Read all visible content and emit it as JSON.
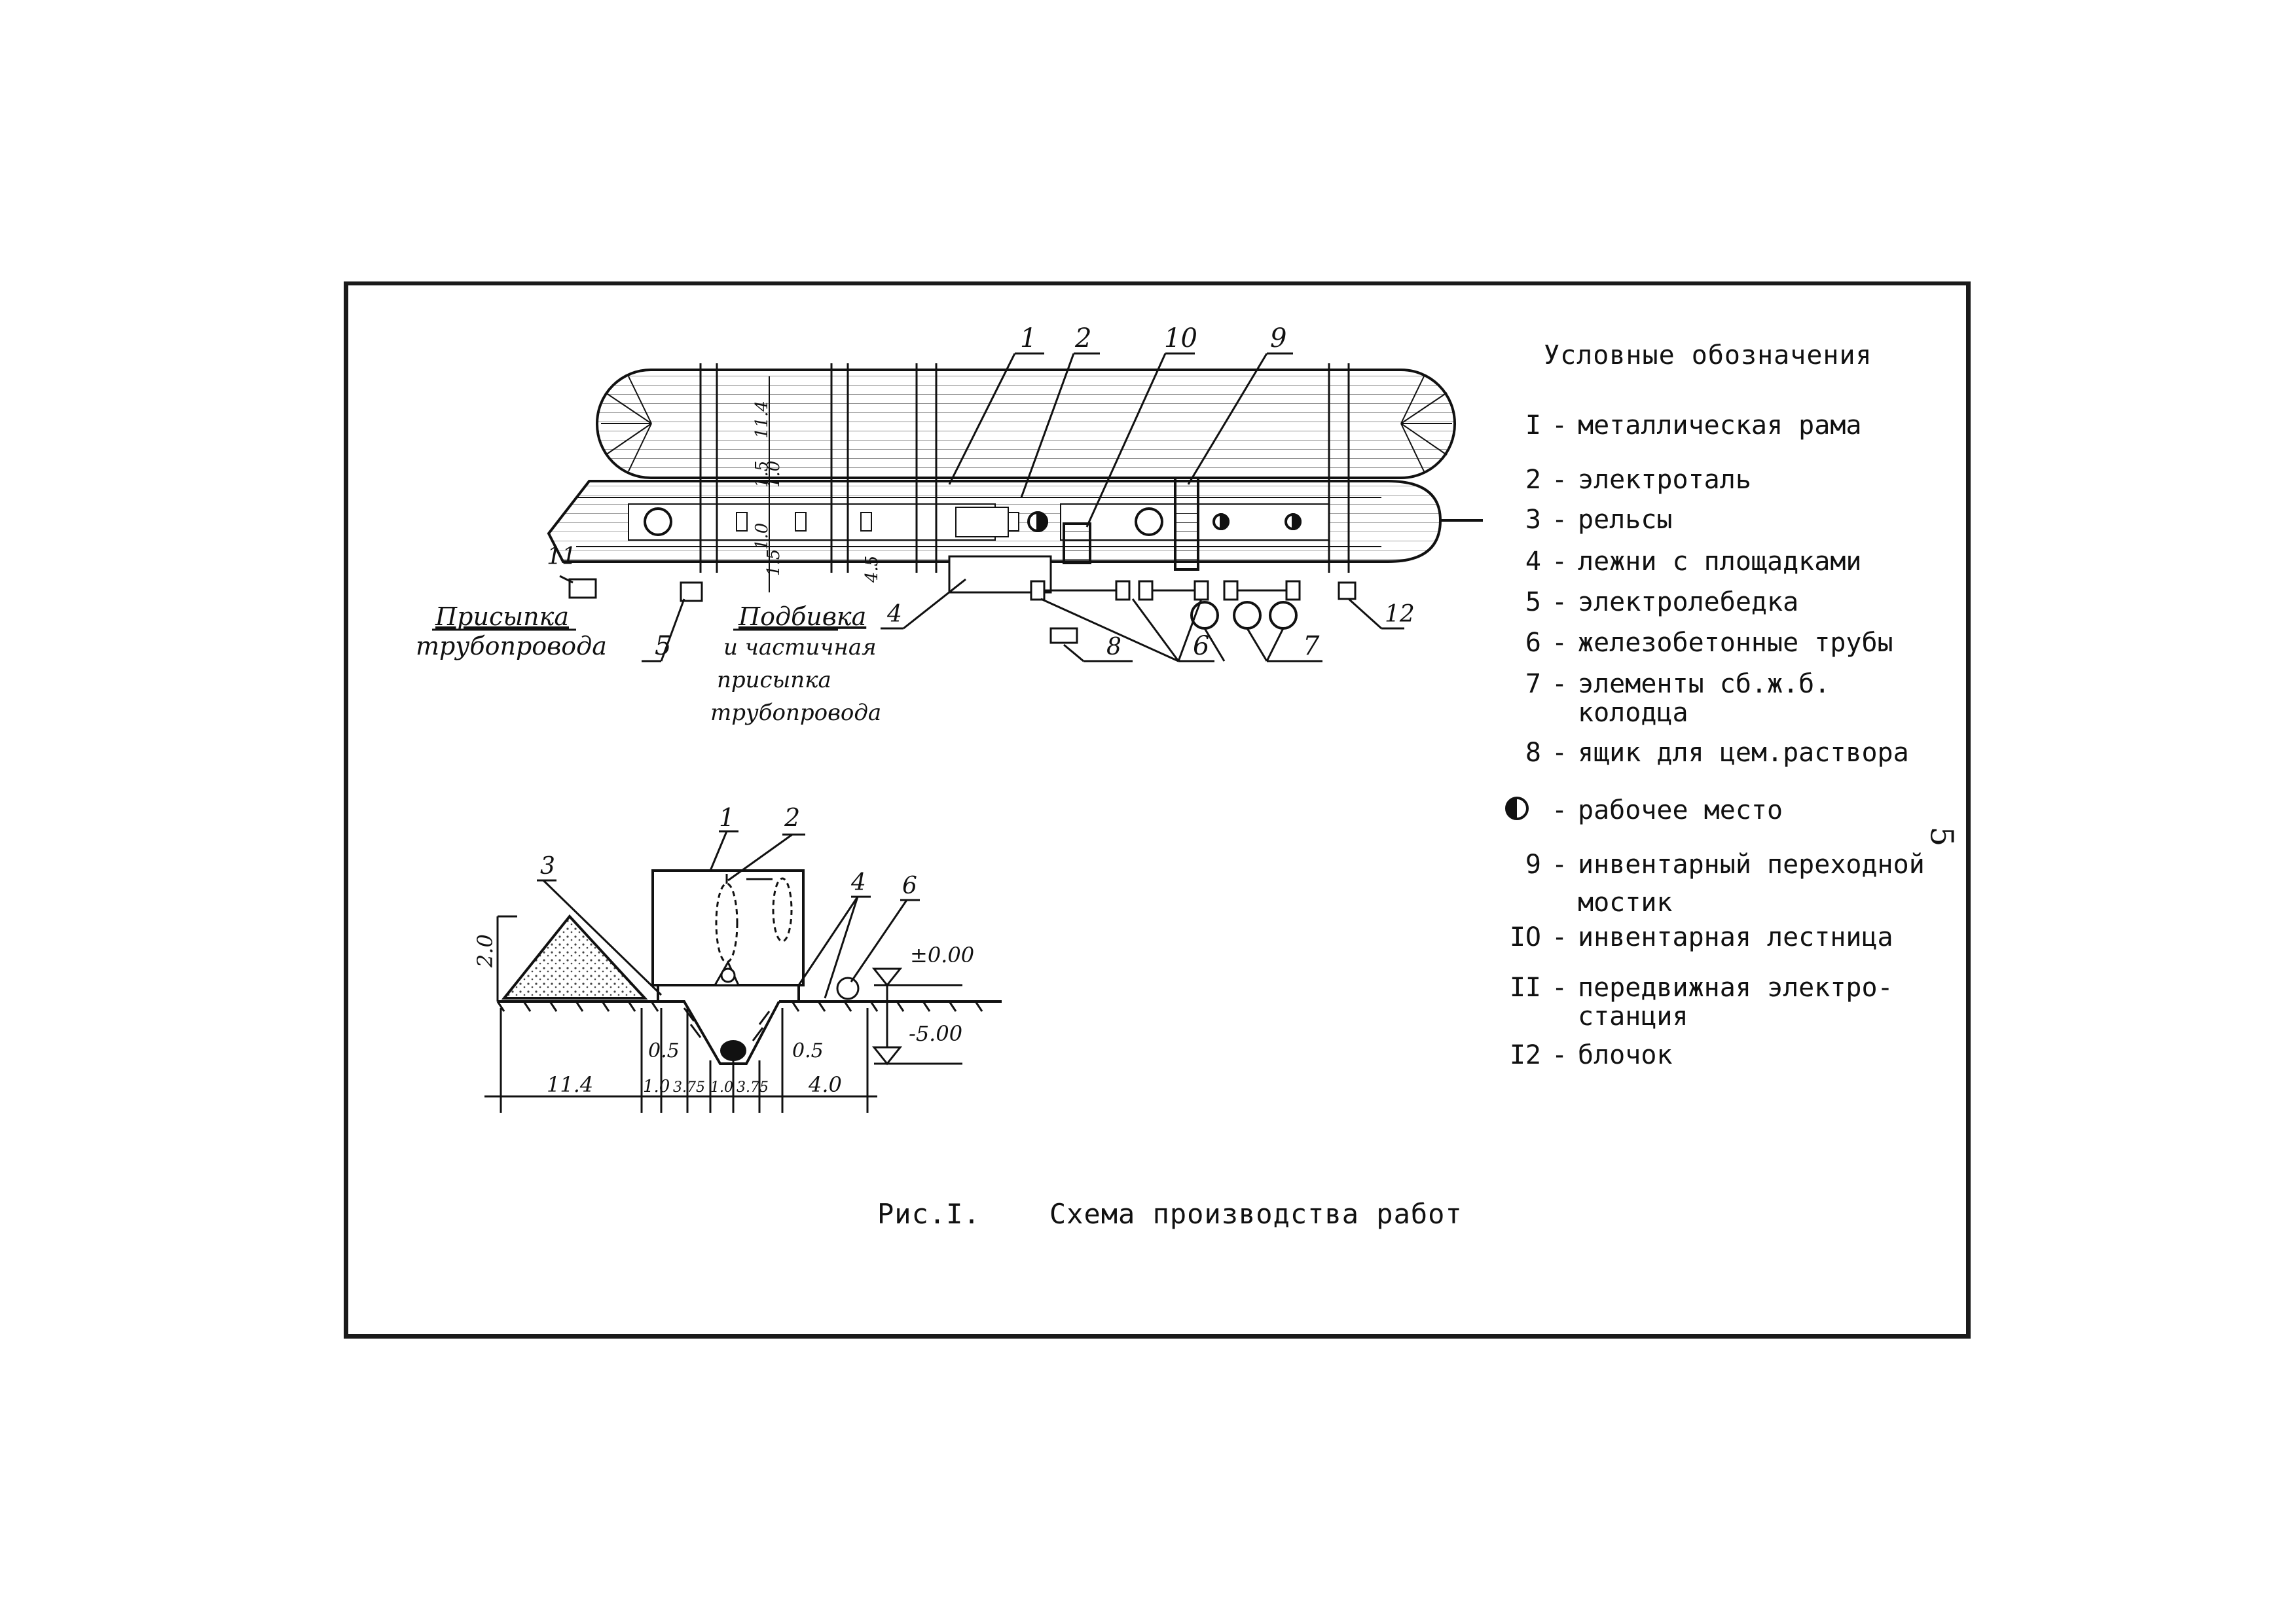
{
  "legend": {
    "title": "Условные обозначения",
    "items": [
      {
        "num": "I",
        "text": "металлическая рама"
      },
      {
        "num": "2",
        "text": "электроталь"
      },
      {
        "num": "3",
        "text": "рельсы"
      },
      {
        "num": "4",
        "text": "лежни с площадками"
      },
      {
        "num": "5",
        "text": "электролебедка"
      },
      {
        "num": "6",
        "text": "железобетонные трубы"
      },
      {
        "num": "7",
        "text": "элементы сб.ж.б.\nколодца"
      },
      {
        "num": "8",
        "text": "ящик для цем.раствора"
      },
      {
        "num": "",
        "symbol": "half-filled-circle-icon",
        "text": "рабочее место"
      },
      {
        "num": "9",
        "text": "инвентарный переходной\nмостик"
      },
      {
        "num": "IO",
        "text": "инвентарная лестница"
      },
      {
        "num": "II",
        "text": "передвижная электро-\nстанция"
      },
      {
        "num": "I2",
        "text": "блочок"
      }
    ]
  },
  "caption": {
    "label": "Рис.I.",
    "title": "Схема производства работ"
  },
  "page_number": "5",
  "plan": {
    "zone_labels": {
      "backfill": [
        "Присыпка",
        "трубопровода"
      ],
      "bedding": [
        "Подбивка",
        "и частичная",
        "присыпка",
        "трубопровода"
      ]
    },
    "callouts": [
      "1",
      "2",
      "10",
      "9",
      "11",
      "5",
      "4",
      "8",
      "6",
      "7",
      "12"
    ],
    "dims": [
      "11.4",
      "1.5",
      "1.0",
      "1.0",
      "1.5",
      "4.5"
    ]
  },
  "section": {
    "callouts": [
      "1",
      "2",
      "3",
      "4",
      "6"
    ],
    "elevations": [
      "±0.00",
      "-5.00"
    ],
    "height_dim": "2.0",
    "slope_dims": [
      "0.5",
      "0.5"
    ],
    "bottom_dims": [
      "11.4",
      "1.0",
      "3.75",
      "1.0",
      "3.75",
      "4.0"
    ]
  }
}
